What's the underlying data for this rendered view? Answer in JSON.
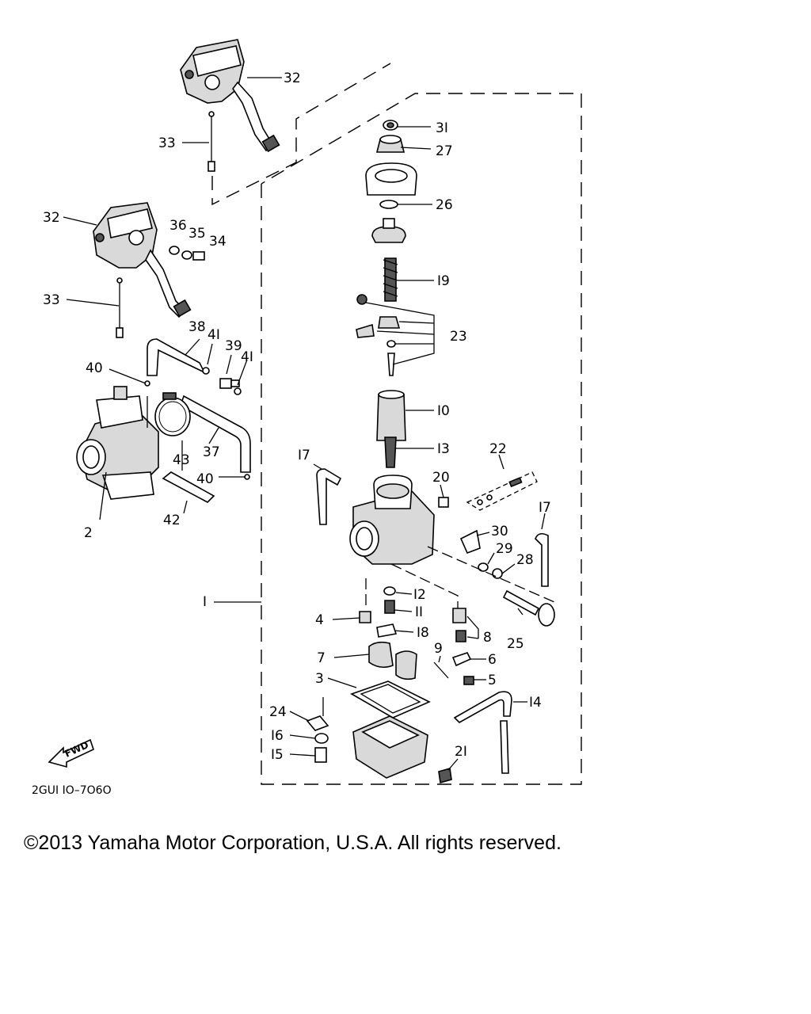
{
  "diagram": {
    "callouts": [
      {
        "id": "1",
        "label": "I"
      },
      {
        "id": "2",
        "label": "2"
      },
      {
        "id": "3",
        "label": "3"
      },
      {
        "id": "4",
        "label": "4"
      },
      {
        "id": "5",
        "label": "5"
      },
      {
        "id": "6",
        "label": "6"
      },
      {
        "id": "7",
        "label": "7"
      },
      {
        "id": "8",
        "label": "8"
      },
      {
        "id": "9",
        "label": "9"
      },
      {
        "id": "10",
        "label": "I0"
      },
      {
        "id": "11",
        "label": "II"
      },
      {
        "id": "12",
        "label": "I2"
      },
      {
        "id": "13",
        "label": "I3"
      },
      {
        "id": "14",
        "label": "I4"
      },
      {
        "id": "15",
        "label": "I5"
      },
      {
        "id": "16",
        "label": "I6"
      },
      {
        "id": "17a",
        "label": "I7"
      },
      {
        "id": "17b",
        "label": "I7"
      },
      {
        "id": "18",
        "label": "I8"
      },
      {
        "id": "19",
        "label": "I9"
      },
      {
        "id": "20",
        "label": "20"
      },
      {
        "id": "21",
        "label": "2I"
      },
      {
        "id": "22",
        "label": "22"
      },
      {
        "id": "23",
        "label": "23"
      },
      {
        "id": "24",
        "label": "24"
      },
      {
        "id": "25",
        "label": "25"
      },
      {
        "id": "26",
        "label": "26"
      },
      {
        "id": "27",
        "label": "27"
      },
      {
        "id": "28",
        "label": "28"
      },
      {
        "id": "29",
        "label": "29"
      },
      {
        "id": "30",
        "label": "30"
      },
      {
        "id": "31",
        "label": "3I"
      },
      {
        "id": "32a",
        "label": "32"
      },
      {
        "id": "32b",
        "label": "32"
      },
      {
        "id": "33a",
        "label": "33"
      },
      {
        "id": "33b",
        "label": "33"
      },
      {
        "id": "34",
        "label": "34"
      },
      {
        "id": "35",
        "label": "35"
      },
      {
        "id": "36",
        "label": "36"
      },
      {
        "id": "37",
        "label": "37"
      },
      {
        "id": "38",
        "label": "38"
      },
      {
        "id": "39",
        "label": "39"
      },
      {
        "id": "40a",
        "label": "40"
      },
      {
        "id": "40b",
        "label": "40"
      },
      {
        "id": "41a",
        "label": "4I"
      },
      {
        "id": "41b",
        "label": "4I"
      },
      {
        "id": "42",
        "label": "42"
      },
      {
        "id": "43",
        "label": "43"
      }
    ],
    "fwd_label": "FWD",
    "diagram_code": "2GUI IO–7O6O"
  },
  "footer": {
    "copyright": "©2013 Yamaha Motor Corporation, U.S.A. All rights reserved."
  }
}
